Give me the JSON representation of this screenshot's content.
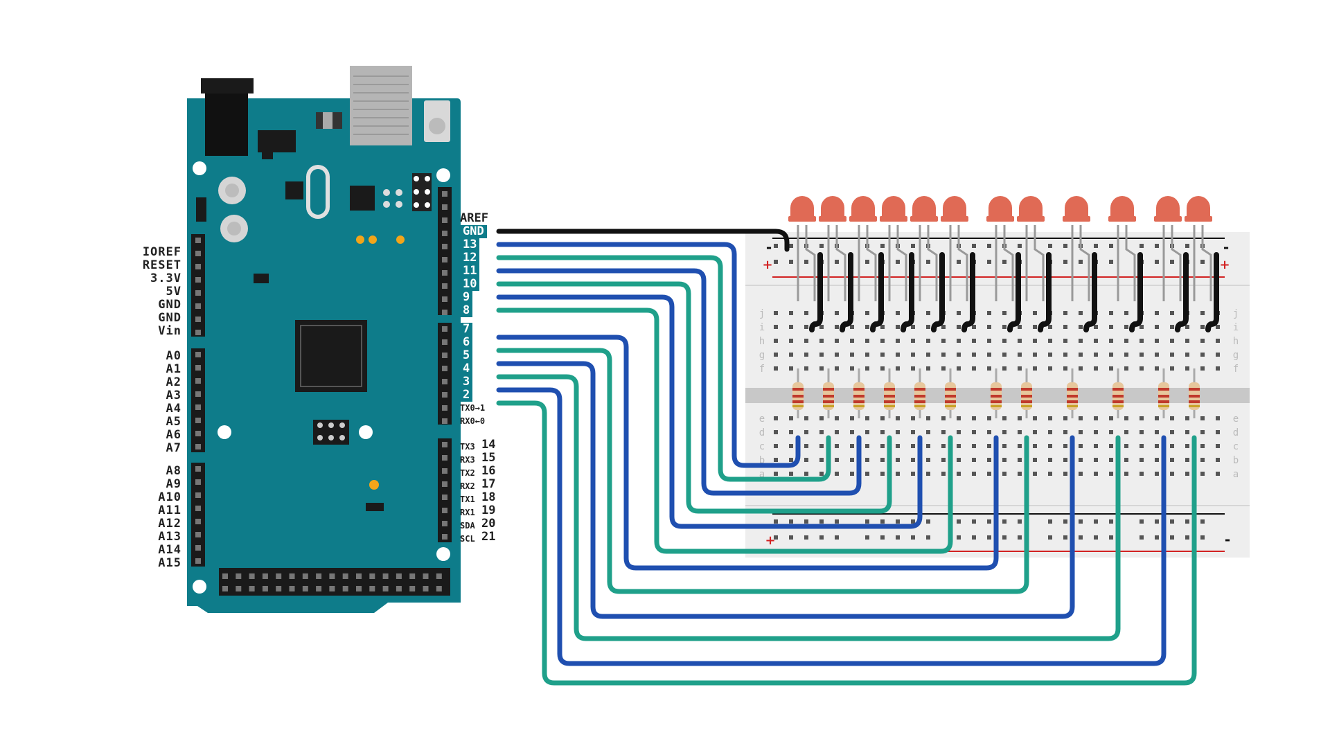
{
  "board": {
    "power_pins": [
      "IOREF",
      "RESET",
      "3.3V",
      "5V",
      "GND",
      "GND",
      "Vin"
    ],
    "analog_pins": [
      "A0",
      "A1",
      "A2",
      "A3",
      "A4",
      "A5",
      "A6",
      "A7",
      "A8",
      "A9",
      "A10",
      "A11",
      "A12",
      "A13",
      "A14",
      "A15"
    ],
    "top_header": [
      "AREF",
      "GND",
      "13",
      "12",
      "11",
      "10",
      "9",
      "8"
    ],
    "mid_header": [
      "7",
      "6",
      "5",
      "4",
      "3",
      "2",
      "TX0→1",
      "RX0←0"
    ],
    "comm_header": [
      {
        "tag": "TX3",
        "num": "14"
      },
      {
        "tag": "RX3",
        "num": "15"
      },
      {
        "tag": "TX2",
        "num": "16"
      },
      {
        "tag": "RX2",
        "num": "17"
      },
      {
        "tag": "TX1",
        "num": "18"
      },
      {
        "tag": "RX1",
        "num": "19"
      },
      {
        "tag": "SDA",
        "num": "20"
      },
      {
        "tag": "SCL",
        "num": "21"
      }
    ]
  },
  "breadboard": {
    "row_letters_top": [
      "j",
      "i",
      "h",
      "g",
      "f"
    ],
    "row_letters_bottom": [
      "e",
      "d",
      "c",
      "b",
      "a"
    ],
    "rail_plus": "+",
    "rail_minus": "-"
  },
  "circuit": {
    "led_count": 12,
    "signal_pins": [
      "13",
      "12",
      "11",
      "10",
      "9",
      "8",
      "7",
      "6",
      "5",
      "4",
      "3",
      "2"
    ],
    "ground_pin": "GND"
  },
  "colors": {
    "board": "#0e7c8a",
    "wire_blue": "#1f4fb0",
    "wire_green": "#1fa08a",
    "wire_black": "#111111",
    "led": "#e06a55",
    "breadboard": "#eeeeee",
    "rail_red": "#d22222"
  }
}
